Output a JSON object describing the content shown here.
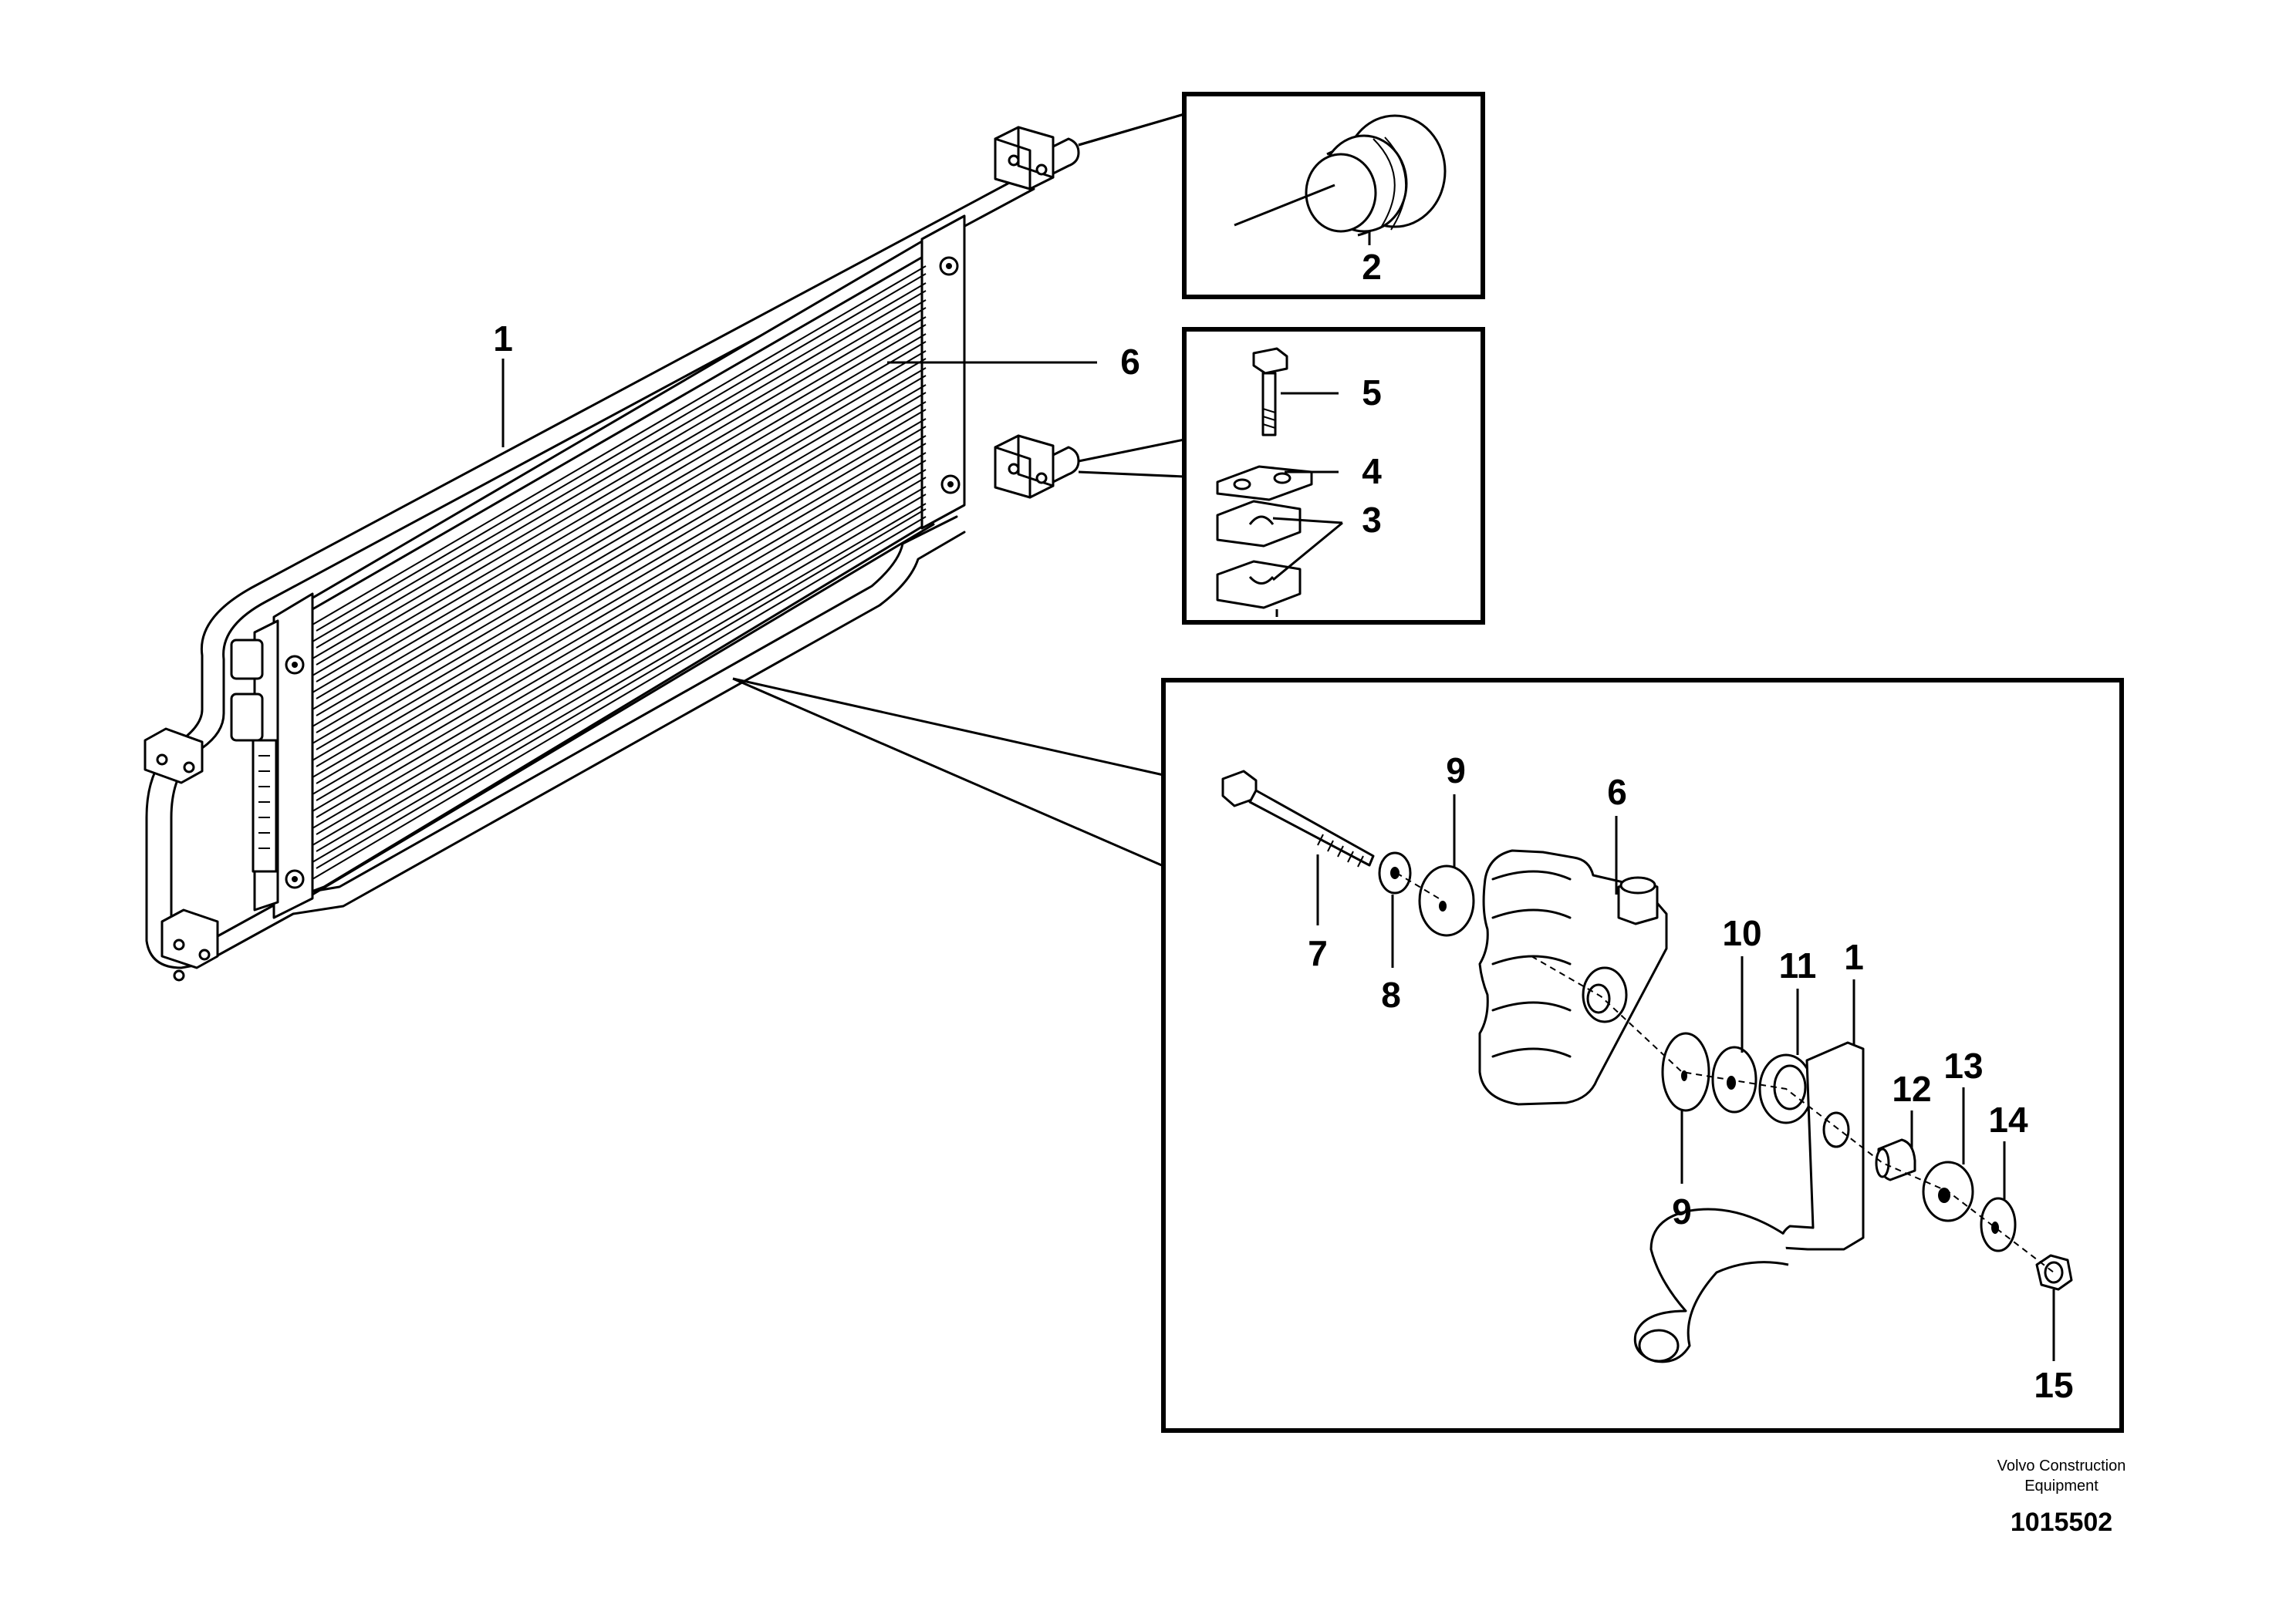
{
  "diagram": {
    "labels": {
      "main_1": "1",
      "main_6": "6",
      "top_2": "2",
      "mid_5": "5",
      "mid_4": "4",
      "mid_3": "3",
      "det_9a": "9",
      "det_6": "6",
      "det_7": "7",
      "det_8": "8",
      "det_10": "10",
      "det_11": "11",
      "det_1": "1",
      "det_9b": "9",
      "det_12": "12",
      "det_13": "13",
      "det_14": "14",
      "det_15": "15"
    },
    "footer": {
      "company_line1": "Volvo Construction",
      "company_line2": "Equipment",
      "document_number": "1015502"
    }
  }
}
